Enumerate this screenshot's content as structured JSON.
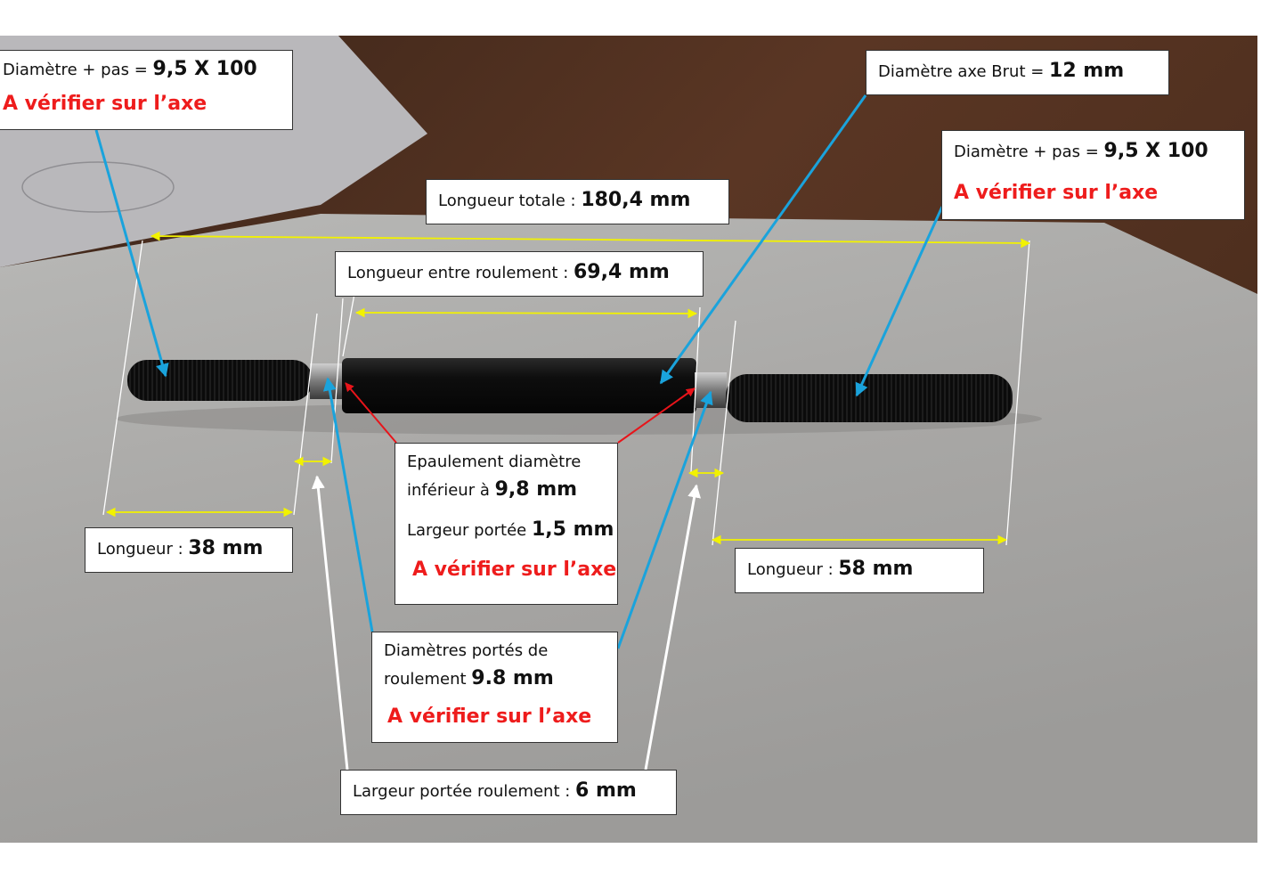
{
  "annotations": {
    "thread_left": {
      "label": "Diamètre + pas = ",
      "value": "9,5 X 100",
      "warning": "A vérifier sur l’axe"
    },
    "raw_diameter": {
      "label": "Diamètre axe Brut = ",
      "value": "12 mm"
    },
    "thread_right": {
      "label": "Diamètre + pas = ",
      "value": "9,5 X 100",
      "warning": "A vérifier sur l’axe"
    },
    "total_length": {
      "label": "Longueur totale : ",
      "value": "180,4 mm"
    },
    "between_bearings": {
      "label": "Longueur entre roulement : ",
      "value": "69,4 mm"
    },
    "length_left": {
      "label": "Longueur : ",
      "value": "38 mm"
    },
    "length_right": {
      "label": "Longueur : ",
      "value": "58 mm"
    },
    "shoulder": {
      "line1": "Epaulement diamètre",
      "line2_label": "inférieur à ",
      "line2_value": "9,8  mm",
      "line3_label": "Largeur portée ",
      "line3_value": "1,5 mm",
      "warning": "A vérifier sur l’axe"
    },
    "bearing_diameters": {
      "line1": "Diamètres portés de",
      "line2_label": "roulement  ",
      "line2_value": "9.8 mm",
      "warning": "A vérifier sur l’axe"
    },
    "bearing_width": {
      "label": "Largeur portée roulement : ",
      "value": "6 mm"
    }
  },
  "colors": {
    "dimension_line": "#f2f200",
    "leader_blue": "#1aa3dc",
    "leader_red": "#e8141a",
    "leader_white": "#ffffff",
    "warning_text": "#ee1c1c"
  }
}
